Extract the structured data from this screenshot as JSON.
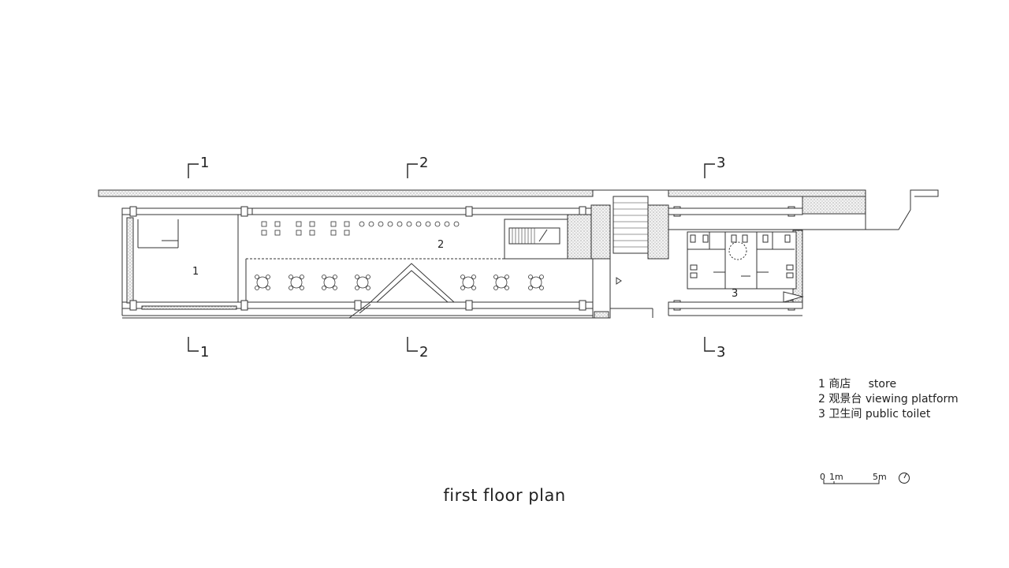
{
  "title": "first floor plan",
  "sections": [
    {
      "id": "1",
      "label": "1"
    },
    {
      "id": "2",
      "label": "2"
    },
    {
      "id": "3",
      "label": "3"
    }
  ],
  "rooms": [
    {
      "id": "1",
      "label": "1"
    },
    {
      "id": "2",
      "label": "2"
    },
    {
      "id": "3",
      "label": "3"
    }
  ],
  "legend": [
    {
      "num": "1",
      "zh": "商店",
      "en": "store"
    },
    {
      "num": "2",
      "zh": "观景台",
      "en": "viewing platform"
    },
    {
      "num": "3",
      "zh": "卫生间",
      "en": "public toilet"
    }
  ],
  "scale_bar": {
    "zero": "0",
    "one": "1m",
    "five": "5m"
  },
  "north_arrow": "north-arrow-icon"
}
